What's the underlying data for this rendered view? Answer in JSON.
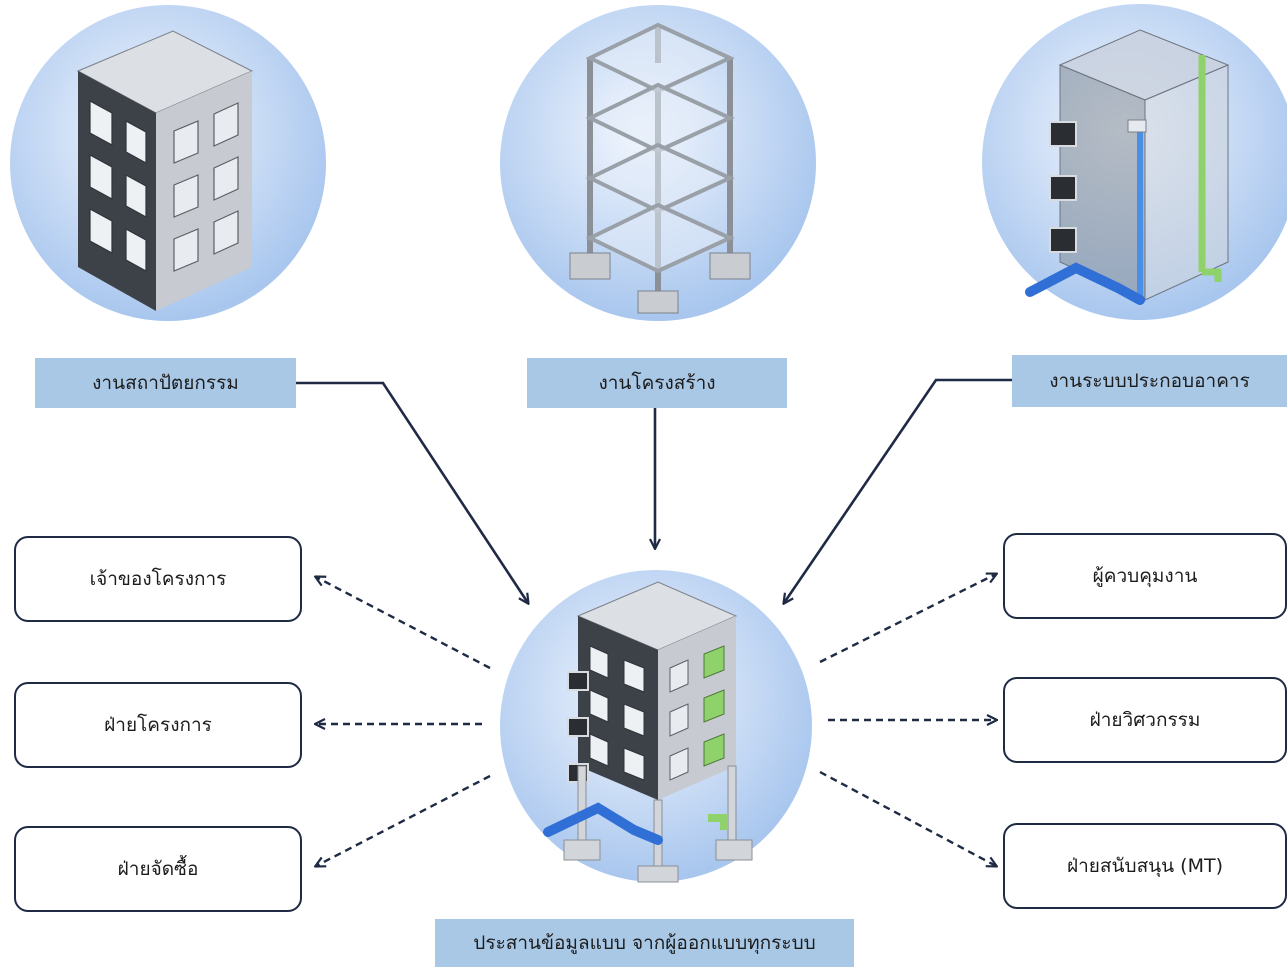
{
  "diagram": {
    "disciplines": [
      {
        "label": "งานสถาปัตยกรรม",
        "icon": "architecture-building-icon"
      },
      {
        "label": "งานโครงสร้าง",
        "icon": "structure-frame-icon"
      },
      {
        "label": "งานระบบประกอบอาคาร",
        "icon": "mep-systems-icon"
      }
    ],
    "center": {
      "label": "ประสานข้อมูลแบบ จากผู้ออกแบบทุกระบบ",
      "icon": "coordinated-building-model-icon"
    },
    "stakeholders_left": [
      {
        "label": "เจ้าของโครงการ"
      },
      {
        "label": "ฝ่ายโครงการ"
      },
      {
        "label": "ฝ่ายจัดซื้อ"
      }
    ],
    "stakeholders_right": [
      {
        "label": "ผู้ควบคุมงาน"
      },
      {
        "label": "ฝ่ายวิศวกรรม"
      },
      {
        "label": "ฝ่ายสนับสนุน (MT)"
      }
    ],
    "colors": {
      "label_bg": "#a9c8e6",
      "arrow": "#1f2a44",
      "circle_center": "#eef4fd",
      "circle_edge": "#a9c7ee",
      "pipe_blue": "#2f6fd6",
      "pipe_green": "#8fd16a"
    }
  }
}
